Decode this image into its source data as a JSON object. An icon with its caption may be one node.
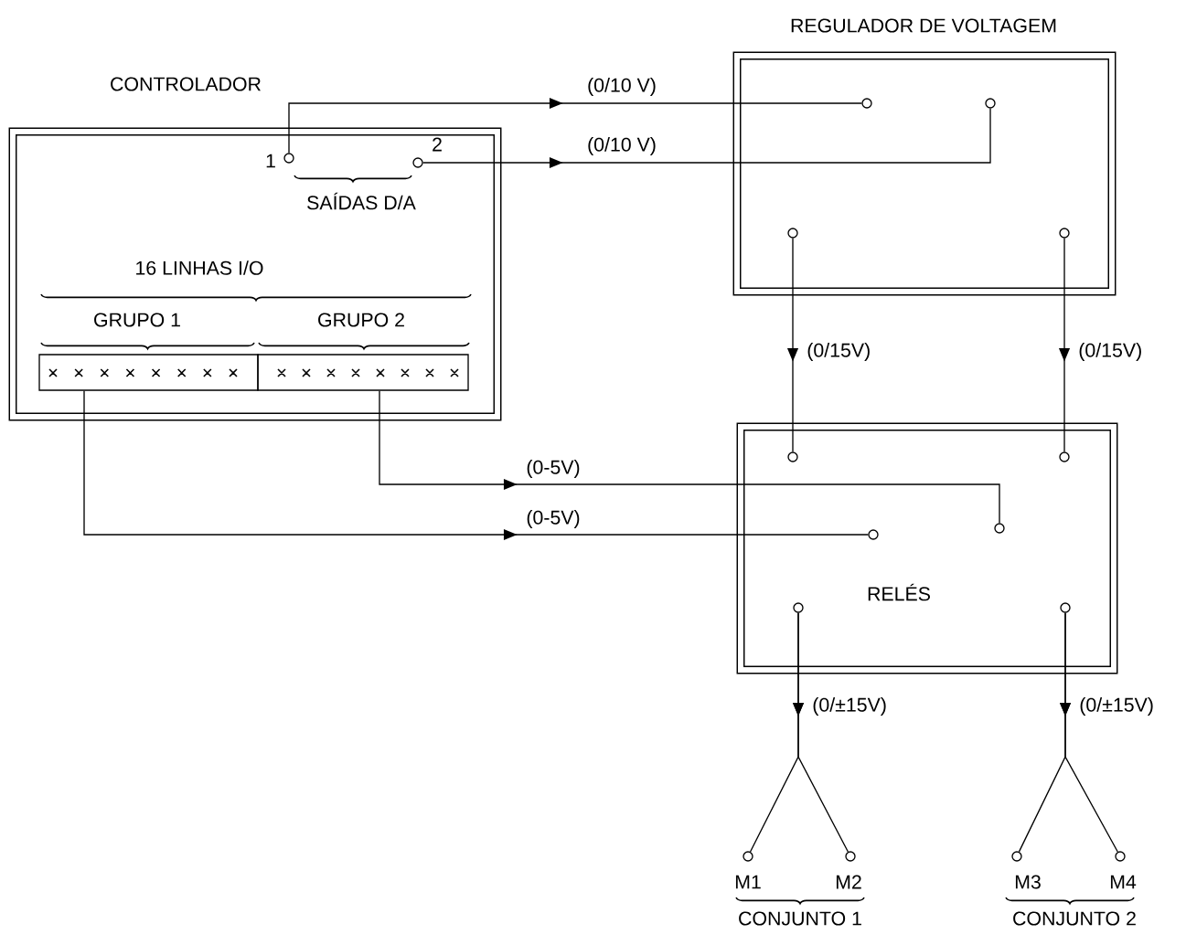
{
  "diagram": {
    "nodes": [
      {
        "text": [
          "CONTROLADOR"
        ]
      },
      {
        "text": [],
        "shape": "circle",
        "in": 0,
        "beside": [
          "1"
        ]
      },
      {
        "text": [],
        "shape": "circle",
        "in": 0,
        "beside": [
          "2"
        ]
      },
      {
        "text": [
          "GRUPO 1"
        ],
        "in": 0
      },
      {
        "text": [
          "GRUPO 2"
        ],
        "in": 0
      },
      {
        "text": [
          "REGULADOR DE VOLTAGEM"
        ]
      },
      {
        "text": [],
        "shape": "circle",
        "in": 5
      },
      {
        "text": [],
        "shape": "circle",
        "in": 5
      },
      {
        "text": [],
        "shape": "circle",
        "in": 5
      },
      {
        "text": [],
        "shape": "circle",
        "in": 5
      },
      {
        "text": [
          "RELÉS"
        ]
      },
      {
        "text": [],
        "shape": "circle",
        "in": 10
      },
      {
        "text": [],
        "shape": "circle",
        "in": 10
      },
      {
        "text": [],
        "shape": "circle",
        "in": 10
      },
      {
        "text": [],
        "shape": "circle",
        "in": 10
      },
      {
        "text": [],
        "shape": "circle",
        "in": 10
      },
      {
        "text": [],
        "shape": "circle",
        "in": 10
      },
      {
        "text": [],
        "shape": "circle",
        "beside": [
          "M1"
        ]
      },
      {
        "text": [],
        "shape": "circle",
        "beside": [
          "M2"
        ]
      },
      {
        "text": [],
        "shape": "circle",
        "beside": [
          "M3"
        ]
      },
      {
        "text": [],
        "shape": "circle",
        "beside": [
          "M4"
        ]
      }
    ],
    "edges": [
      {
        "from": 1,
        "to": 6,
        "arrow": "to",
        "label": "(0/10 V)"
      },
      {
        "from": 2,
        "to": 7,
        "arrow": "to",
        "label": "(0/10 V)"
      },
      {
        "from": 8,
        "to": 11,
        "arrow": "to",
        "label": "(0/15V)"
      },
      {
        "from": 9,
        "to": 12,
        "arrow": "to",
        "label": "(0/15V)"
      },
      {
        "from": 4,
        "to": 14,
        "arrow": "to",
        "label": "(0-5V)"
      },
      {
        "from": 3,
        "to": 13,
        "arrow": "to",
        "label": "(0-5V)"
      },
      {
        "from": 15,
        "to": 17,
        "arrow": "to",
        "label": "(0/±15V)"
      },
      {
        "from": 15,
        "to": 18,
        "arrow": "to"
      },
      {
        "from": 16,
        "to": 19,
        "arrow": "to",
        "label": "(0/±15V)"
      },
      {
        "from": 16,
        "to": 20,
        "arrow": "to"
      }
    ],
    "labels": [
      "SAÍDAS D/A",
      "16 LINHAS I/O",
      "CONJUNTO 1",
      "CONJUNTO 2"
    ]
  }
}
